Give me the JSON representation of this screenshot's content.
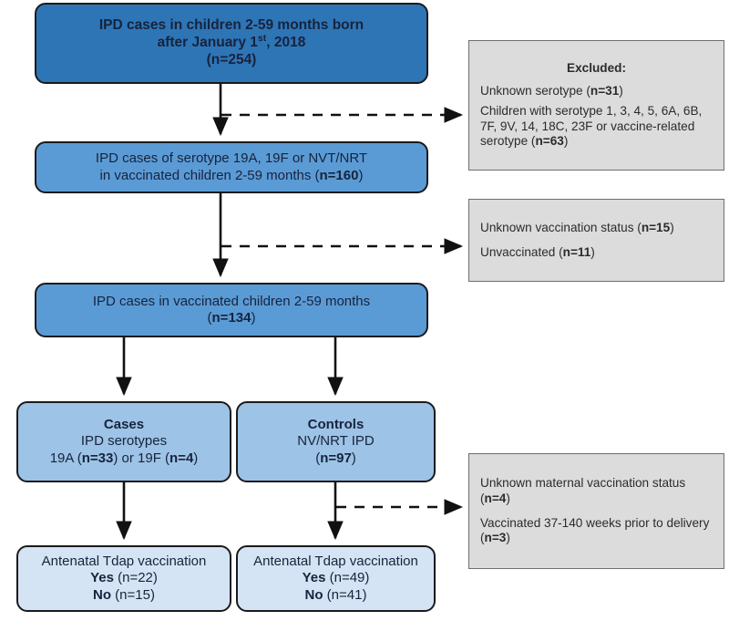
{
  "diagram": {
    "type": "study-flow-diagram",
    "title": "IPD case-control study flow",
    "colors": {
      "blue_dark": "#2e75b6",
      "blue_mid": "#5b9bd5",
      "blue_light": "#9dc3e6",
      "blue_pale": "#d5e4f4",
      "gray_box": "#dcdcdc",
      "border": "#1a1a1a",
      "text": "#17233d"
    },
    "nodes": {
      "top": {
        "line1": "IPD cases in children 2-59 months born",
        "line2_pre": "after January 1",
        "line2_sup": "st",
        "line2_post": ", 2018",
        "line3": "(n=254)",
        "n": 254
      },
      "serotype": {
        "line1": "IPD cases of serotype 19A, 19F or NVT/NRT",
        "line2_pre": "in vaccinated children 2-59 months (",
        "line2_bold": "n=160",
        "line2_post": ")",
        "n": 160
      },
      "vaccinated": {
        "line1": "IPD cases in vaccinated children 2-59 months",
        "line2_pre": "(",
        "line2_bold": "n=134",
        "line2_post": ")",
        "n": 134
      },
      "cases": {
        "title": "Cases",
        "line2": "IPD serotypes",
        "line3_a": "19A (",
        "line3_b": "n=33",
        "line3_c": ") or 19F (",
        "line3_d": "n=4",
        "line3_e": ")",
        "n_19A": 33,
        "n_19F": 4
      },
      "controls": {
        "title": "Controls",
        "line2": "NV/NRT IPD",
        "line3_pre": "(",
        "line3_bold": "n=97",
        "line3_post": ")",
        "n": 97
      },
      "tdap_cases": {
        "line1": "Antenatal Tdap vaccination",
        "yes_label": "Yes",
        "yes_value": " (n=22)",
        "no_label": "No",
        "no_value": " (n=15)",
        "n_yes": 22,
        "n_no": 15
      },
      "tdap_controls": {
        "line1": "Antenatal Tdap vaccination",
        "yes_label": "Yes",
        "yes_value": " (n=49)",
        "no_label": "No",
        "no_value": " (n=41)",
        "n_yes": 49,
        "n_no": 41
      },
      "excluded": {
        "title": "Excluded:",
        "item1_pre": "Unknown serotype (",
        "item1_bold": "n=31",
        "item1_post": ")",
        "item2_pre": "Children with serotype 1, 3, 4, 5, 6A, 6B, 7F, 9V, 14, 18C, 23F or vaccine-related serotype (",
        "item2_bold": "n=63",
        "item2_post": ")",
        "n_unknown_serotype": 31,
        "n_vaccine_type_serotype": 63
      },
      "vacc_status": {
        "item1_pre": "Unknown vaccination status (",
        "item1_bold": "n=15",
        "item1_post": ")",
        "item2_pre": "Unvaccinated (",
        "item2_bold": "n=11",
        "item2_post": ")",
        "n_unknown_status": 15,
        "n_unvaccinated": 11
      },
      "maternal": {
        "item1_pre": "Unknown maternal vaccination status (",
        "item1_bold": "n=4",
        "item1_post": ")",
        "item2_pre": "Vaccinated 37-140 weeks prior to delivery (",
        "item2_bold": "n=3",
        "item2_post": ")",
        "n_unknown_maternal": 4,
        "n_vaccinated_prior": 3
      }
    },
    "connectors": [
      {
        "name": "top-to-serotype",
        "style": "solid-arrow",
        "from": "top",
        "to": "serotype"
      },
      {
        "name": "branch-to-excluded",
        "style": "dashed-arrow",
        "from": "top-to-serotype",
        "to": "excluded"
      },
      {
        "name": "serotype-to-vaccinated",
        "style": "solid-arrow",
        "from": "serotype",
        "to": "vaccinated"
      },
      {
        "name": "branch-to-vacc-status",
        "style": "dashed-arrow",
        "from": "serotype-to-vaccinated",
        "to": "vacc_status"
      },
      {
        "name": "vaccinated-to-cases",
        "style": "solid-arrow",
        "from": "vaccinated",
        "to": "cases"
      },
      {
        "name": "vaccinated-to-controls",
        "style": "solid-arrow",
        "from": "vaccinated",
        "to": "controls"
      },
      {
        "name": "cases-to-tdap",
        "style": "solid-arrow",
        "from": "cases",
        "to": "tdap_cases"
      },
      {
        "name": "controls-to-tdap",
        "style": "solid-arrow",
        "from": "controls",
        "to": "tdap_controls"
      },
      {
        "name": "branch-to-maternal",
        "style": "dashed-arrow",
        "from": "controls-to-tdap",
        "to": "maternal"
      }
    ]
  }
}
